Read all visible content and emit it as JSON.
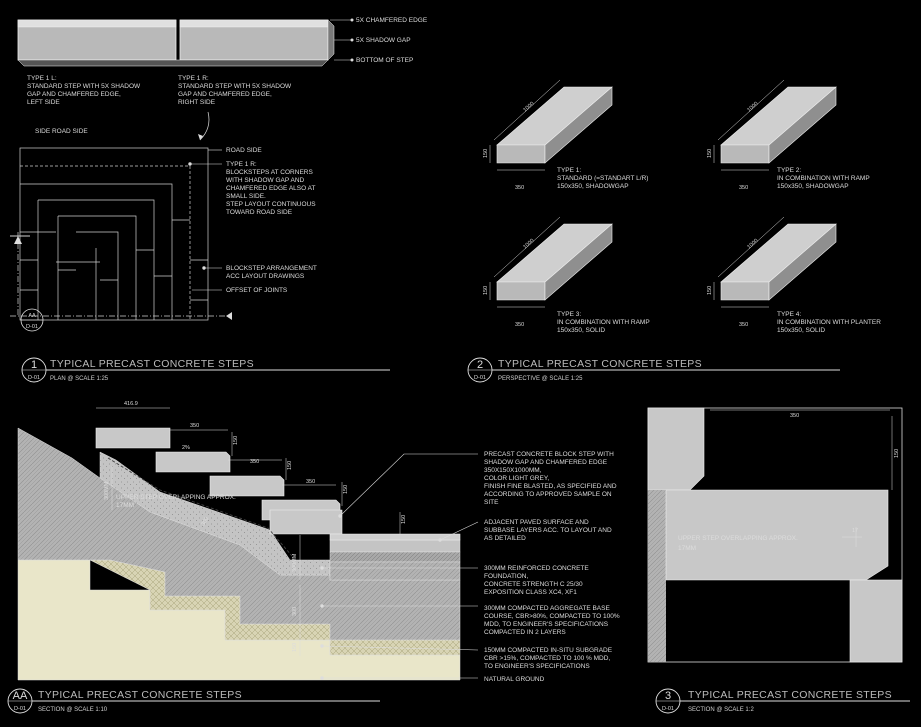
{
  "top_strip": {
    "callouts": [
      "5X CHAMFERED EDGE",
      "5X SHADOW GAP",
      "BOTTOM OF STEP"
    ],
    "type1l": [
      "TYPE 1 L:",
      "STANDARD STEP WITH 5X SHADOW",
      "GAP AND CHAMFERED EDGE,",
      "LEFT SIDE"
    ],
    "type1r": [
      "TYPE 1 R:",
      "STANDARD STEP WITH 5X SHADOW",
      "GAP AND CHAMFERED EDGE,",
      "RIGHT SIDE"
    ]
  },
  "plan": {
    "side_road": "SIDE ROAD SIDE",
    "road_side": "ROAD SIDE",
    "type1r_note": [
      "TYPE 1 R:",
      "BLOCKSTEPS AT CORNERS",
      "WITH SHADOW GAP AND",
      "CHAMFERED EDGE ALSO AT",
      "SMALL SIDE.",
      "STEP LAYOUT CONTINUOUS",
      "TOWARD ROAD SIDE"
    ],
    "arrangement_note": [
      "BLOCKSTEP ARRANGEMENT",
      "ACC LAYOUT DRAWINGS"
    ],
    "offset_note": "OFFSET OF JOINTS",
    "section_ref_id": "AA",
    "section_ref_sheet": "D-01"
  },
  "detail1": {
    "number": "1",
    "sheet": "D-01",
    "title": "TYPICAL PRECAST CONCRETE STEPS",
    "subtitle": "PLAN @ SCALE 1:25"
  },
  "detail2": {
    "number": "2",
    "sheet": "D-01",
    "title": "TYPICAL PRECAST CONCRETE STEPS",
    "subtitle": "PERSPECTIVE @ SCALE 1:25"
  },
  "detail_aa": {
    "number": "AA",
    "sheet": "D-01",
    "title": "TYPICAL PRECAST CONCRETE STEPS",
    "subtitle": "SECTION @ SCALE 1:10"
  },
  "detail3": {
    "number": "3",
    "sheet": "D-01",
    "title": "TYPICAL PRECAST CONCRETE STEPS",
    "subtitle": "SECTION @ SCALE 1:2"
  },
  "perspective": {
    "types": [
      {
        "head": "TYPE 1:",
        "l1": "STANDARD (=STANDART L/R)",
        "l2": "150x350, SHADOWGAP",
        "color": "#dcdcdc",
        "len": "1000",
        "h": "150",
        "w": "350"
      },
      {
        "head": "TYPE 2:",
        "l1": "IN COMBINATION WITH RAMP",
        "l2": "150x350, SHADOWGAP",
        "color": "#ff8a8a",
        "len": "1000",
        "h": "150",
        "w": "350"
      },
      {
        "head": "TYPE 3:",
        "l1": "IN COMBINATION WITH RAMP",
        "l2": "150x350, SOLID",
        "color": "#8aff8a",
        "len": "1000",
        "h": "150",
        "w": "350"
      },
      {
        "head": "TYPE 4:",
        "l1": "IN COMBINATION WITH PLANTER",
        "l2": "150x350, SOLID",
        "color": "#9a9aff",
        "len": "1000",
        "h": "150",
        "w": "350"
      }
    ]
  },
  "section": {
    "dims": {
      "d1": "416.9",
      "d2": "350",
      "d3": "350",
      "d4": "350",
      "d5": "350",
      "v1": "150",
      "v2": "150",
      "v3": "150",
      "v4": "150",
      "ratio": "2%",
      "t1": "300MM",
      "t2": "300",
      "t3": "150",
      "t4": "300"
    },
    "overlap": [
      "UPPER STEP OVERLAPPING APPROX.",
      "17MM"
    ],
    "notes": [
      [
        "PRECAST CONCRETE BLOCK STEP WITH",
        "SHADOW GAP AND CHAMFERED EDGE",
        "350X150X1000MM,",
        "COLOR LIGHT GREY,",
        "FINISH FINE BLASTED, AS SPECIFIED AND",
        "ACCORDING TO APPROVED SAMPLE ON",
        "SITE"
      ],
      [
        "ADJACENT PAVED SURFACE AND",
        "SUBBASE LAYERS ACC. TO LAYOUT AND",
        "AS DETAILED"
      ],
      [
        "300MM REINFORCED CONCRETE",
        "FOUNDATION,",
        "CONCRETE STRENGTH C 25/30",
        "EXPOSITION CLASS XC4, XF1"
      ],
      [
        "300MM COMPACTED AGGREGATE BASE",
        "COURSE, CBR>80%, COMPACTED TO 100%",
        "MDD, TO ENGINEER'S SPECIFICATIONS",
        "COMPACTED IN 2 LAYERS"
      ],
      [
        "150MM COMPACTED IN-SITU SUBGRADE",
        "CBR >15%, COMPACTED TO 100 % MDD,",
        "TO ENGINEER'S SPECIFICATIONS"
      ],
      [
        "NATURAL GROUND"
      ]
    ]
  },
  "detail3_data": {
    "dim_top": "350",
    "dim_side": "150",
    "overlap": [
      "UPPER STEP OVERLAPPING APPROX.",
      "17MM"
    ],
    "small_dim": "17"
  },
  "colors": {
    "concrete": "#c8c8c8",
    "ground": "#e9e6c9",
    "aggregate": "#b8b8b8",
    "foundation": "#c0c0c0"
  }
}
